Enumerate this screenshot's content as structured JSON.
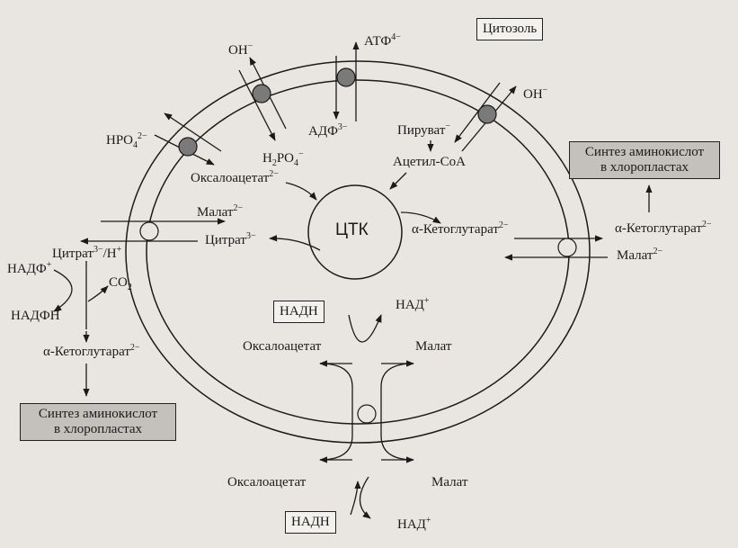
{
  "compartment": "Цитозоль",
  "cycle": "ЦТК",
  "ions": {
    "oh": "OH",
    "oh_charge": "−",
    "atf": "АТФ",
    "atf_charge": "4−",
    "adf": "АДФ",
    "adf_charge": "3−",
    "hpo4_main": "HPO",
    "hpo4_sub": "4",
    "hpo4_charge": "2−",
    "h2po4_main": "H",
    "h2po4_sub1": "2",
    "h2po4_mid": "PO",
    "h2po4_sub2": "4",
    "h2po4_charge": "−"
  },
  "metabolites": {
    "piruvat": "Пируват",
    "piruvat_charge": "−",
    "acetyl_coa": "Ацетил-CoA",
    "oxaloacetate_inner": "Оксалоацетат",
    "oxaloacetate_inner_charge": "2−",
    "malate_inner": "Малат",
    "malate_inner_charge": "2−",
    "citrate_inner": "Цитрат",
    "citrate_inner_charge": "3−",
    "ketoglutarate_inner": "α-Кетоглутарат",
    "ketoglutarate_inner_charge": "2−",
    "ketoglutarate_outer": "α-Кетоглутарат",
    "ketoglutarate_outer_charge": "2−",
    "malate_outer_right": "Малат",
    "malate_outer_right_charge": "2−",
    "citrate_outer": "Цитрат",
    "citrate_outer_charge": "3−",
    "citrate_outer_suffix": "/H",
    "citrate_outer_suffix_charge": "+",
    "nadf": "НАДФ",
    "nadf_charge": "+",
    "nadfh": "НАДФН",
    "co2_main": "CO",
    "co2_sub": "2",
    "ketoglutarate_left": "α-Кетоглутарат",
    "ketoglutarate_left_charge": "2−",
    "oxaloacetate_mid": "Оксалоацетат",
    "malate_mid": "Малат",
    "nad_mid": "НАД",
    "nad_mid_charge": "+",
    "oxaloacetate_bottom": "Оксалоацетат",
    "malate_bottom": "Малат",
    "nad_bottom": "НАД",
    "nad_bottom_charge": "+"
  },
  "boxes": {
    "nadh_mid": "НАДН",
    "nadh_bottom": "НАДН",
    "synth_right_line1": "Синтез аминокислот",
    "synth_right_line2": "в хлоропластах",
    "synth_left_line1": "Синтез аминокислот",
    "synth_left_line2": "в хлоропластах"
  },
  "colors": {
    "ink": "#1a1a1a",
    "transporter": "#7a7a7a",
    "paper": "#e9e6e1",
    "box_fill": "#c4c1bd"
  }
}
